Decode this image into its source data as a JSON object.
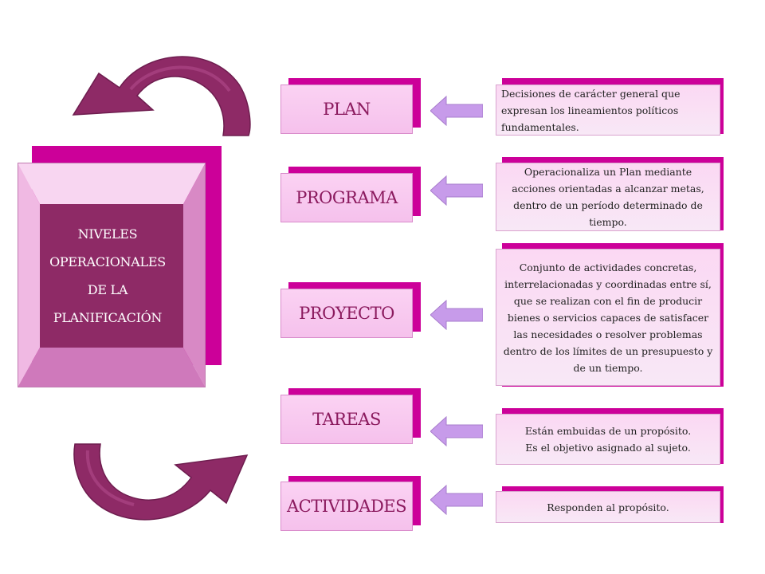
{
  "center": {
    "lines": [
      "NIVELES",
      "OPERACIONALES",
      "DE LA",
      "PLANIFICACIÓN"
    ]
  },
  "levels": [
    {
      "label": "PLAN",
      "description": "Decisiones de carácter general que expresan los lineamientos políticos fundamentales."
    },
    {
      "label": "PROGRAMA",
      "description": "Operacionaliza un Plan mediante acciones orientadas a alcanzar metas, dentro de un período determinado de tiempo."
    },
    {
      "label": "PROYECTO",
      "description": "Conjunto de actividades concretas, interrelacionadas y coordinadas entre sí, que se realizan con el fin de producir bienes o servicios capaces de satisfacer las necesidades o resolver problemas dentro de los límites de un presupuesto y de un tiempo."
    },
    {
      "label": "TAREAS",
      "description": "Están embuidas de un propósito. Es el objetivo asignado al sujeto."
    },
    {
      "label": "ACTIVIDADES",
      "description": "Responden al propósito."
    }
  ],
  "colors": {
    "magenta": "#cc0099",
    "plum": "#8b1a5e",
    "light_pink": "#f7c6ee",
    "arrow_lavender": "#c79bea",
    "cycle_arrow": "#8e2a66"
  },
  "icons": [
    "curved-arrow-top-icon",
    "curved-arrow-bottom-icon",
    "left-arrow-icon"
  ]
}
